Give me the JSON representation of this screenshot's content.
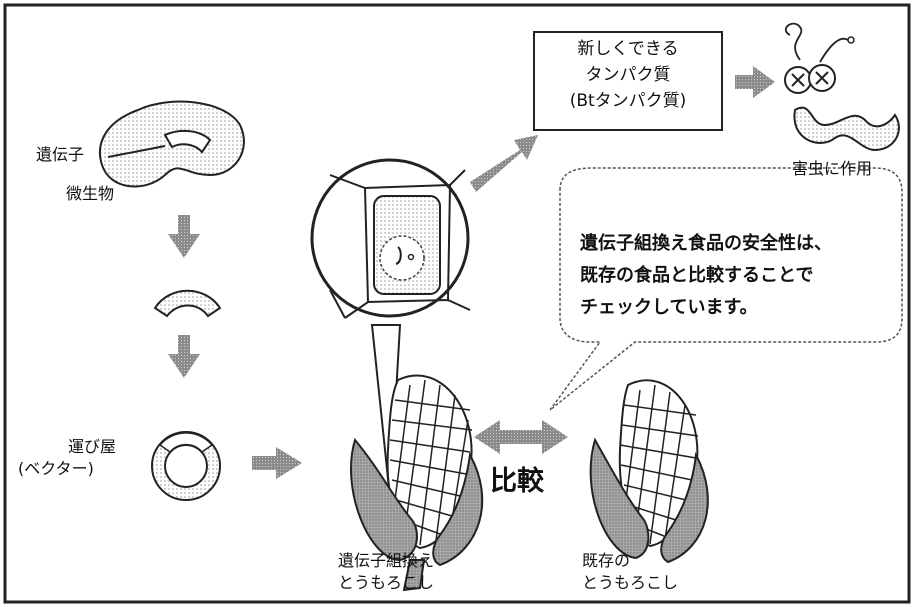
{
  "labels": {
    "gene": "遺伝子",
    "microbe": "微生物",
    "vector_line1": "運び屋",
    "vector_line2": "(ベクター)",
    "new_protein_line1": "新しくできる",
    "new_protein_line2": "タンパク質",
    "new_protein_line3": "(Btタンパク質)",
    "pest_effect": "害虫に作用",
    "comparison": "比較",
    "gm_corn_line1": "遺伝子組換え",
    "gm_corn_line2": "とうもろこし",
    "existing_corn_line1": "既存の",
    "existing_corn_line2": "とうもろこし"
  },
  "speech": {
    "line1": "遺伝子組換え食品の安全性は、",
    "line2": "既存の食品と比較することで",
    "line3": "チェックしています。"
  },
  "colors": {
    "arrow": "#7d7d7d",
    "fill_light": "#e6e6e6",
    "line": "#222222",
    "corn_leaf": "#9a9a9a"
  }
}
